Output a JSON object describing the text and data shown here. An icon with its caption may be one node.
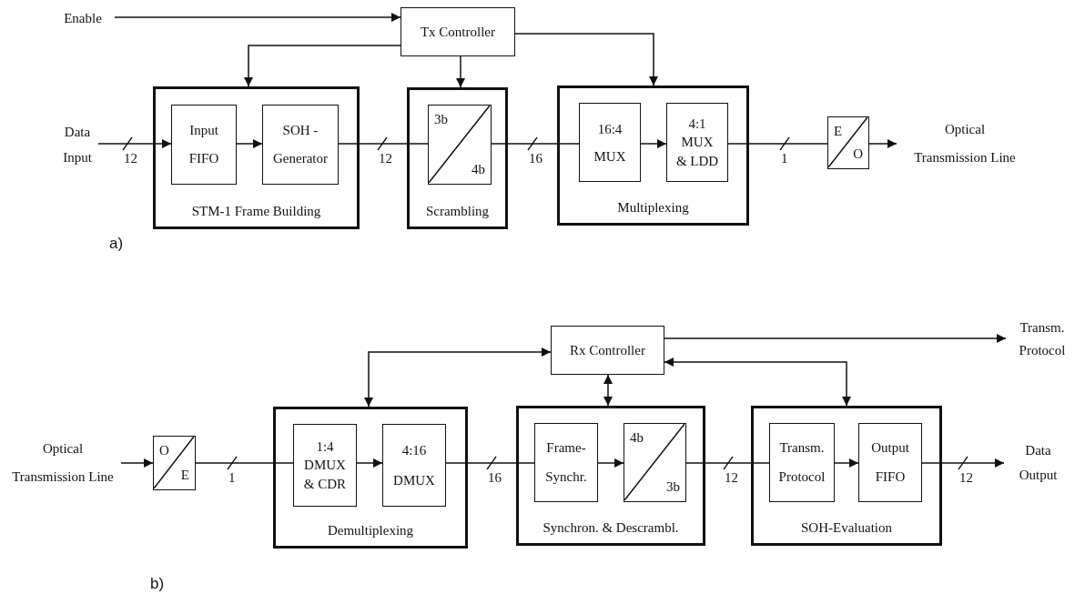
{
  "diagram": {
    "nodes": [
      {
        "text": [
          "Enable"
        ]
      },
      {
        "text": [
          "Tx Controller"
        ]
      },
      {
        "text": [
          "Data Input"
        ]
      },
      {
        "text": [
          "STM-1 Frame Building"
        ]
      },
      {
        "text": [
          "Input FIFO"
        ],
        "in": 3
      },
      {
        "text": [
          "SOH - Generator"
        ],
        "in": 3
      },
      {
        "text": [
          "Scrambling"
        ]
      },
      {
        "text": [
          "3b",
          "4b"
        ],
        "in": 6
      },
      {
        "text": [
          "Multiplexing"
        ]
      },
      {
        "text": [
          "16:4 MUX"
        ],
        "in": 8
      },
      {
        "text": [
          "4:1 MUX & LDD"
        ],
        "in": 8
      },
      {
        "text": [
          "E",
          "O"
        ]
      },
      {
        "text": [
          "Optical Transmission Line"
        ]
      },
      {
        "text": [
          "Optical Transmission Line"
        ]
      },
      {
        "text": [
          "O",
          "E"
        ]
      },
      {
        "text": [
          "Demultiplexing"
        ]
      },
      {
        "text": [
          "1:4 DMUX & CDR"
        ],
        "in": 15
      },
      {
        "text": [
          "4:16 DMUX"
        ],
        "in": 15
      },
      {
        "text": [
          "Synchron. & Descrambl."
        ]
      },
      {
        "text": [
          "Frame- Synchr."
        ],
        "in": 18
      },
      {
        "text": [
          "4b",
          "3b"
        ],
        "in": 18
      },
      {
        "text": [
          "SOH-Evaluation"
        ]
      },
      {
        "text": [
          "Transm. Protocol"
        ],
        "in": 21
      },
      {
        "text": [
          "Output FIFO"
        ],
        "in": 21
      },
      {
        "text": [
          "Data Output"
        ]
      },
      {
        "text": [
          "Rx Controller"
        ]
      },
      {
        "text": [
          "Transm. Protocol"
        ]
      }
    ],
    "edges": [
      {
        "from": 0,
        "to": 1,
        "arrow": "to"
      },
      {
        "from": 1,
        "to": 3,
        "arrow": "to"
      },
      {
        "from": 1,
        "to": 6,
        "arrow": "to"
      },
      {
        "from": 1,
        "to": 8,
        "arrow": "to"
      },
      {
        "from": 2,
        "to": 4,
        "arrow": "to",
        "label": "12"
      },
      {
        "from": 4,
        "to": 5,
        "arrow": "to"
      },
      {
        "from": 5,
        "to": 7,
        "arrow": "none",
        "label": "12"
      },
      {
        "from": 7,
        "to": 9,
        "arrow": "none",
        "label": "16"
      },
      {
        "from": 9,
        "to": 10,
        "arrow": "to"
      },
      {
        "from": 10,
        "to": 11,
        "arrow": "none",
        "label": "1"
      },
      {
        "from": 11,
        "to": 12,
        "arrow": "to"
      },
      {
        "from": 13,
        "to": 14,
        "arrow": "to"
      },
      {
        "from": 14,
        "to": 16,
        "arrow": "none",
        "label": "1"
      },
      {
        "from": 16,
        "to": 17,
        "arrow": "to"
      },
      {
        "from": 17,
        "to": 19,
        "arrow": "none",
        "label": "16"
      },
      {
        "from": 19,
        "to": 20,
        "arrow": "to"
      },
      {
        "from": 20,
        "to": 22,
        "arrow": "none",
        "label": "12"
      },
      {
        "from": 22,
        "to": 23,
        "arrow": "to"
      },
      {
        "from": 23,
        "to": 24,
        "arrow": "to",
        "label": "12"
      },
      {
        "from": 25,
        "to": 15,
        "arrow": "both"
      },
      {
        "from": 25,
        "to": 18,
        "arrow": "both"
      },
      {
        "from": 25,
        "to": 21,
        "arrow": "both"
      },
      {
        "from": 25,
        "to": 26,
        "arrow": "to"
      }
    ],
    "labels": [
      "a)",
      "b)"
    ]
  }
}
